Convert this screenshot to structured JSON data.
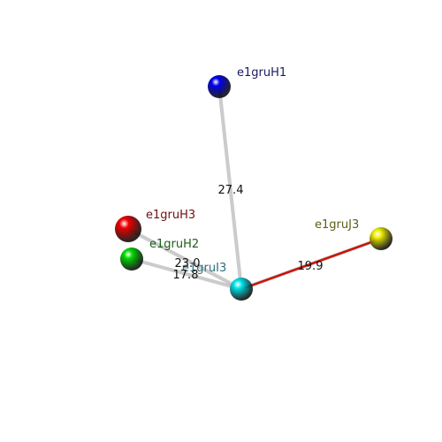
{
  "nodes": [
    {
      "id": "e1gruI3",
      "label": "e1gruI3",
      "color": "#00e5ee",
      "label_color": "#2e6f7a"
    },
    {
      "id": "e1gruH1",
      "label": "e1gruH1",
      "color": "#0000ee",
      "label_color": "#1a1a5e"
    },
    {
      "id": "e1gruH3",
      "label": "e1gruH3",
      "color": "#ee0000",
      "label_color": "#6e1010"
    },
    {
      "id": "e1gruH2",
      "label": "e1gruH2",
      "color": "#00dd00",
      "label_color": "#1a5e1a"
    },
    {
      "id": "e1gruJ3",
      "label": "e1gruJ3",
      "color": "#eeee00",
      "label_color": "#5e5e1a"
    }
  ],
  "edges": [
    {
      "from": "e1gruI3",
      "to": "e1gruH1",
      "distance": "27.4",
      "color": "#cccccc"
    },
    {
      "from": "e1gruI3",
      "to": "e1gruH3",
      "distance": "23.0",
      "color": "#cccccc"
    },
    {
      "from": "e1gruI3",
      "to": "e1gruH2",
      "distance": "17.8",
      "color": "#cccccc"
    },
    {
      "from": "e1gruI3",
      "to": "e1gruJ3",
      "distance": "19.9",
      "color": "#cc1100"
    }
  ]
}
